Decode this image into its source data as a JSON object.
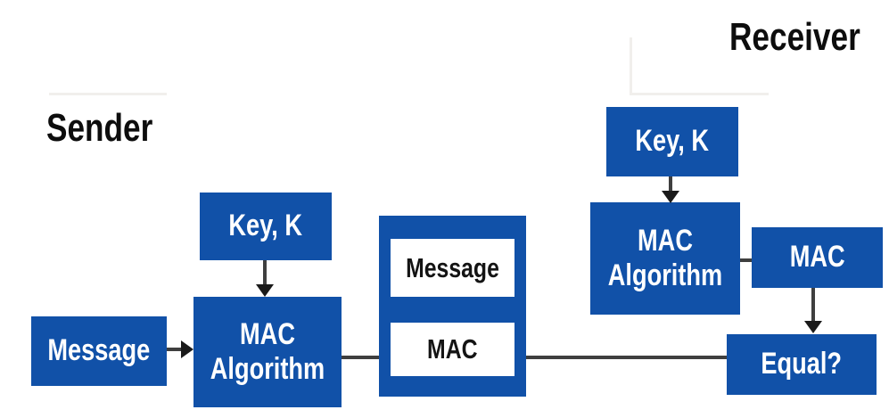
{
  "labels": {
    "sender": "Sender",
    "receiver": "Receiver"
  },
  "boxes": {
    "sender_message": "Message",
    "sender_key": "Key, K",
    "sender_mac_algorithm": "MAC Algorithm",
    "packet_message": "Message",
    "packet_mac": "MAC",
    "receiver_key": "Key, K",
    "receiver_mac_algorithm": "MAC Algorithm",
    "receiver_mac": "MAC",
    "equal": "Equal?"
  },
  "colors": {
    "box_fill": "#1151a8",
    "box_text": "#ffffff",
    "inner_box_fill": "#ffffff",
    "inner_box_text": "#141414",
    "label_text": "#0d0d0d",
    "connector": "#3f3f3f",
    "arrowhead": "#1a1a1a",
    "background": "#ffffff"
  }
}
